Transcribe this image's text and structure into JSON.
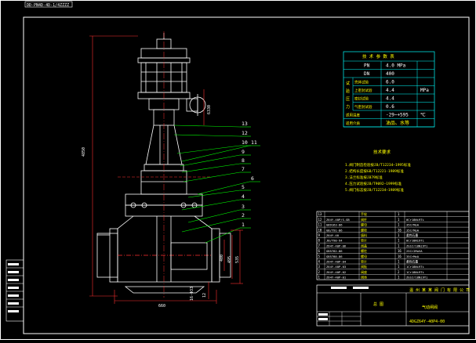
{
  "colors": {
    "background": "#000000",
    "frame": "#ffffff",
    "drawing": "#ffffff",
    "dimension": "#ff3030",
    "leader": "#00ff00",
    "text_white": "#ffffff",
    "text_yellow": "#ffff00",
    "text_green": "#00ff00",
    "table_line": "#00ffff",
    "blue_line": "#4040ff"
  },
  "title_stamp": "DD-PN4D-4D-1/4ZZZZ",
  "dimensions": {
    "overall_height": "4850",
    "handwheel": "6330",
    "face_to_face": "660",
    "flange_a": "535",
    "flange_b": "495",
    "bore": "400",
    "flange_small": "12",
    "bolt_spec": "16-Φ33"
  },
  "balloons": [
    "13",
    "12",
    "10",
    "11",
    "9",
    "8",
    "7",
    "6",
    "5",
    "4",
    "3",
    "2",
    "1"
  ],
  "spec_table": {
    "title": "技 术 参 数 表",
    "rows": [
      {
        "label": "",
        "sym": "PN",
        "value": "4.0 MPa",
        "unit": ""
      },
      {
        "label": "",
        "sym": "DN",
        "value": "400",
        "unit": ""
      },
      {
        "label": "壳体试验",
        "sym": "",
        "value": "6.0",
        "unit": ""
      },
      {
        "label": "上密封试验",
        "sym": "",
        "value": "4.4",
        "unit": "MPa"
      },
      {
        "label": "密封试验",
        "sym": "",
        "value": "4.4",
        "unit": ""
      },
      {
        "label": "气密封试验",
        "sym": "",
        "value": "0.6",
        "unit": ""
      },
      {
        "label": "适用温度",
        "sym": "",
        "value": "-29~+595",
        "unit": "℃"
      },
      {
        "label": "适用介质",
        "sym": "",
        "value": "油品、水等",
        "unit": ""
      }
    ],
    "left_group": [
      "试",
      "验",
      "压",
      "力"
    ]
  },
  "notes": {
    "title": "技术要求",
    "lines": [
      "1.阀门制造检验按JB/T12234—1995标准",
      "2.结构长度按GB/T12221-1989标准",
      "3.法兰标准按JB79标准",
      "4.压力试验按JB/T9092—1999标准",
      "5.阀门标志按JB/T12234—1989标准"
    ]
  },
  "parts_table": {
    "rows": [
      {
        "no": "13",
        "code": "",
        "name": "手轮",
        "qty": "1",
        "mat": ""
      },
      {
        "no": "12",
        "code": "Z64Y-40P/S-GB",
        "name": "阀杆",
        "qty": "1",
        "mat": "0Cr18Ni9Ti"
      },
      {
        "no": "11",
        "code": "GB9163-86",
        "name": "螺母",
        "qty": "1",
        "mat": "35CrMoA"
      },
      {
        "no": "10",
        "code": "GB/T91-86",
        "name": "螺栓",
        "qty": "16",
        "mat": "35CrMoA"
      },
      {
        "no": "9",
        "code": "Z64Y-40",
        "name": "填料",
        "qty": "1",
        "mat": "柔性石墨"
      },
      {
        "no": "8",
        "code": "JB/T90-94",
        "name": "垫片",
        "qty": "1",
        "mat": "0Cr18Ni9Ti"
      },
      {
        "no": "7",
        "code": "Z64Y-40P-06",
        "name": "阀盖",
        "qty": "1",
        "mat": "ZG1Cr18Ni9Ti"
      },
      {
        "no": "6",
        "code": "GB5782-86",
        "name": "螺柱",
        "qty": "16",
        "mat": "25Cr2MoVA"
      },
      {
        "no": "5",
        "code": "GB5780-86",
        "name": "螺母",
        "qty": "16",
        "mat": "35CrMoA"
      },
      {
        "no": "4",
        "code": "Z64Y-40P-04",
        "name": "垫片",
        "qty": "1",
        "mat": "柔性石墨"
      },
      {
        "no": "3",
        "code": "Z64Y-40P-03",
        "name": "阀板",
        "qty": "1",
        "mat": "1Cr18Ni9Ti"
      },
      {
        "no": "2",
        "code": "Z64Y-40P-02",
        "name": "阀座",
        "qty": "2",
        "mat": "1Cr18Ni9Ti"
      },
      {
        "no": "1",
        "code": "Z64Y-40P-01",
        "name": "阀体",
        "qty": "1",
        "mat": "ZG1Cr18Ni9Ti"
      }
    ],
    "company": "温 州 某 某 阀 门 有 限 公 司",
    "drawing_name": "气动闸阀",
    "drawing_code": "4DGZ64Y-40P4-00",
    "stamp_left": "总  图"
  }
}
